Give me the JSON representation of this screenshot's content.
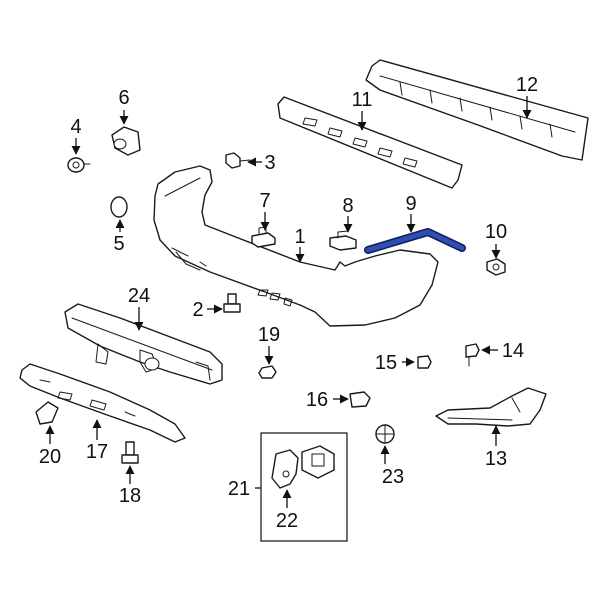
{
  "callouts": {
    "c1": "1",
    "c2": "2",
    "c3": "3",
    "c4": "4",
    "c5": "5",
    "c6": "6",
    "c7": "7",
    "c8": "8",
    "c9": "9",
    "c10": "10",
    "c11": "11",
    "c12": "12",
    "c13": "13",
    "c14": "14",
    "c15": "15",
    "c16": "16",
    "c17": "17",
    "c18": "18",
    "c19": "19",
    "c20": "20",
    "c21": "21",
    "c22": "22",
    "c23": "23",
    "c24": "24"
  },
  "colors": {
    "line": "#1a1a1a",
    "highlight_fill": "#2f4fb0",
    "highlight_stroke": "#0d1e5c"
  }
}
